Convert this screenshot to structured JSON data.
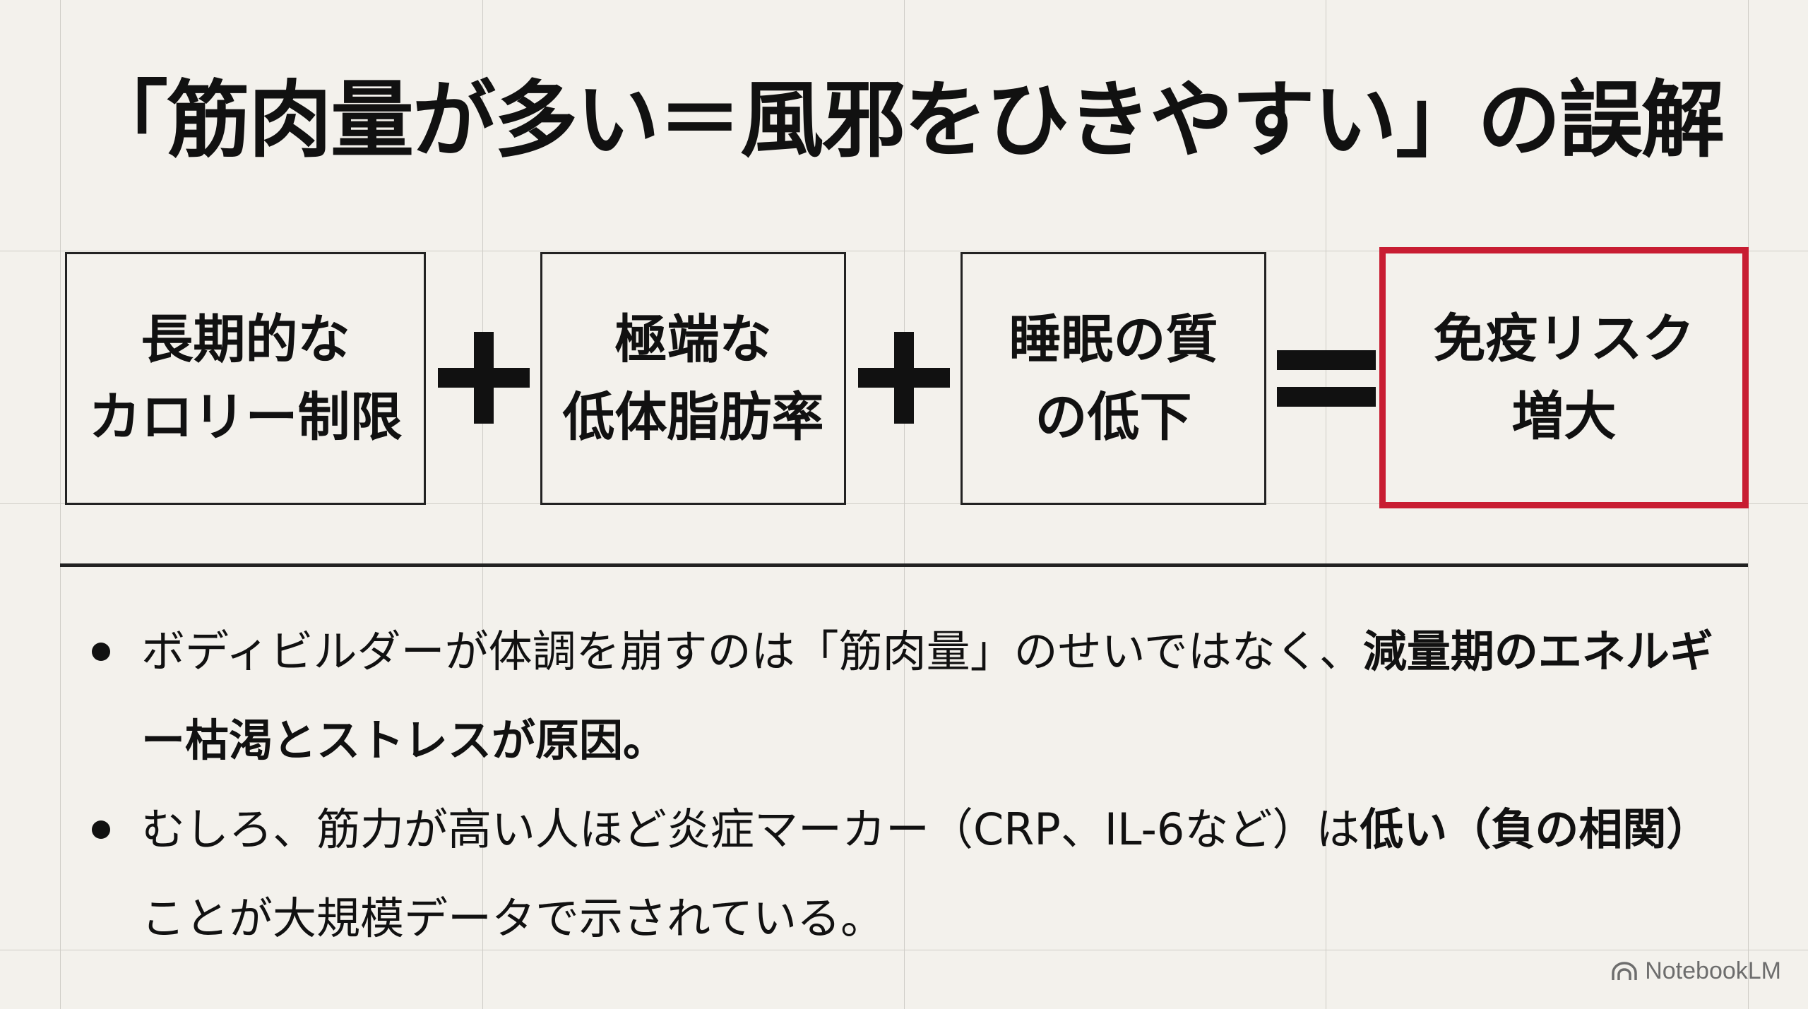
{
  "slide": {
    "title": "「筋肉量が多い＝風邪をひきやすい」の誤解"
  },
  "equation": {
    "terms": [
      {
        "line1": "長期的な",
        "line2": "カロリー制限"
      },
      {
        "line1": "極端な",
        "line2": "低体脂肪率"
      },
      {
        "line1": "睡眠の質",
        "line2": "の低下"
      }
    ],
    "result": {
      "line1": "免疫リスク",
      "line2": "増大"
    },
    "operator_plus": "plus",
    "operator_equals": "equals",
    "result_border_color": "#c81d32"
  },
  "bullets": [
    {
      "pre": "ボディビルダーが体調を崩すのは「筋肉量」のせいではなく、",
      "bold": "減量期のエネルギー枯渇とストレスが原因。",
      "post": ""
    },
    {
      "pre": "むしろ、筋力が高い人ほど炎症マーカー（CRP、IL-6など）は",
      "bold": "低い（負の相関）",
      "post": "ことが大規模データで示されている。"
    }
  ],
  "watermark": {
    "text": "NotebookLM",
    "icon": "notebooklm-logo-icon"
  }
}
